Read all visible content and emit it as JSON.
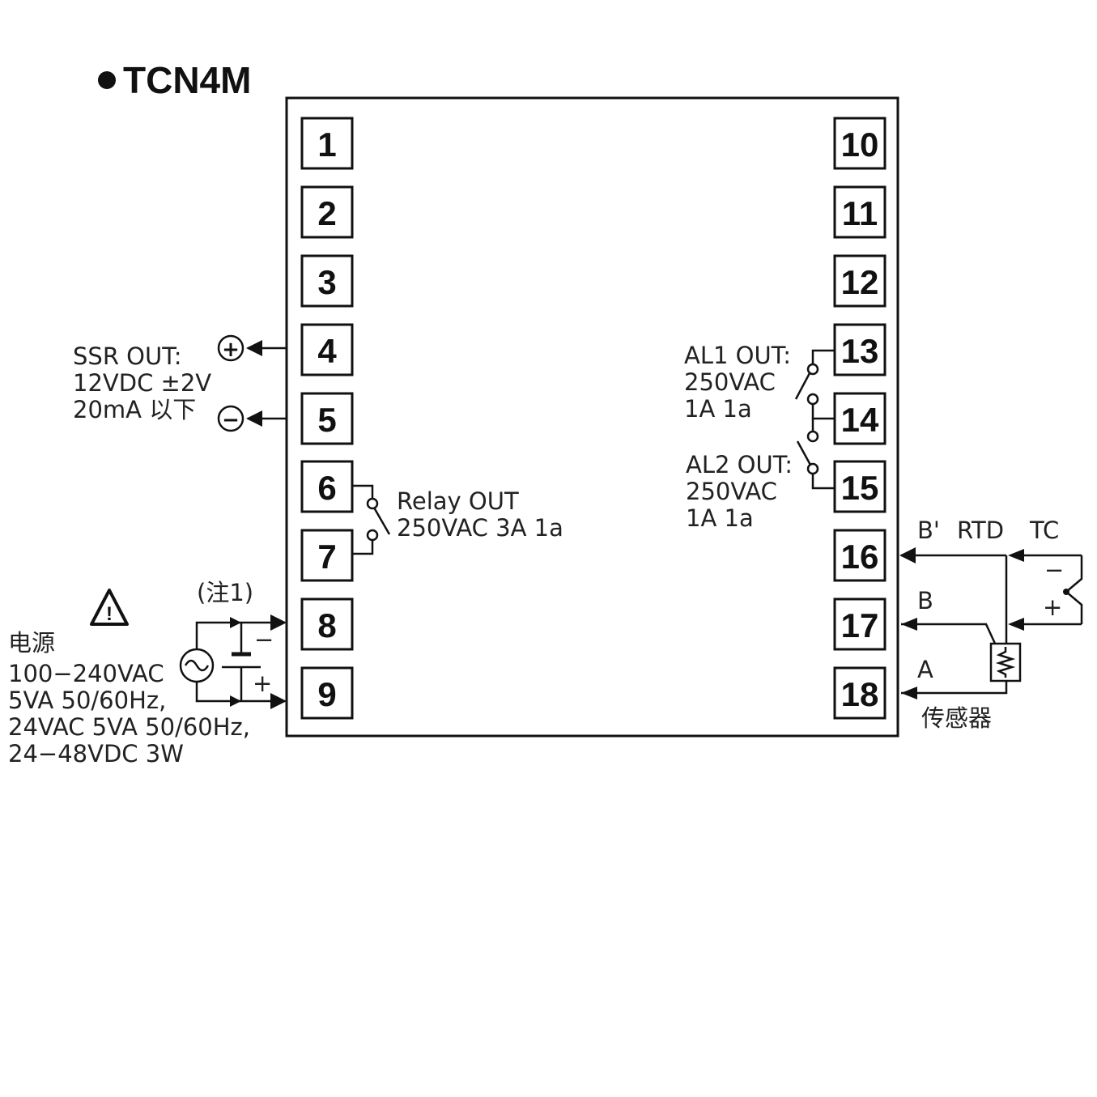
{
  "title": "TCN4M",
  "terminals_left": [
    "1",
    "2",
    "3",
    "4",
    "5",
    "6",
    "7",
    "8",
    "9"
  ],
  "terminals_right": [
    "10",
    "11",
    "12",
    "13",
    "14",
    "15",
    "16",
    "17",
    "18"
  ],
  "ssr": {
    "line1": "SSR OUT:",
    "line2": "12VDC ±2V",
    "line3": "20mA 以下",
    "plus_symbol": "+",
    "minus_symbol": "−"
  },
  "relay": {
    "line1": "Relay OUT",
    "line2": "250VAC 3A 1a"
  },
  "power": {
    "note": "(注1)",
    "title": "电源",
    "line1": "100−240VAC",
    "line2": "5VA 50/60Hz,",
    "line3": "24VAC 5VA 50/60Hz,",
    "line4": "24−48VDC 3W",
    "minus": "−",
    "plus": "+",
    "warning_mark": "!"
  },
  "al1": {
    "line1": "AL1 OUT:",
    "line2": "250VAC",
    "line3": "1A 1a"
  },
  "al2": {
    "line1": "AL2 OUT:",
    "line2": "250VAC",
    "line3": "1A 1a"
  },
  "sensor": {
    "b_prime": "B'",
    "rtd": "RTD",
    "tc": "TC",
    "b": "B",
    "a": "A",
    "tc_minus": "−",
    "tc_plus": "+",
    "caption": "传感器"
  }
}
